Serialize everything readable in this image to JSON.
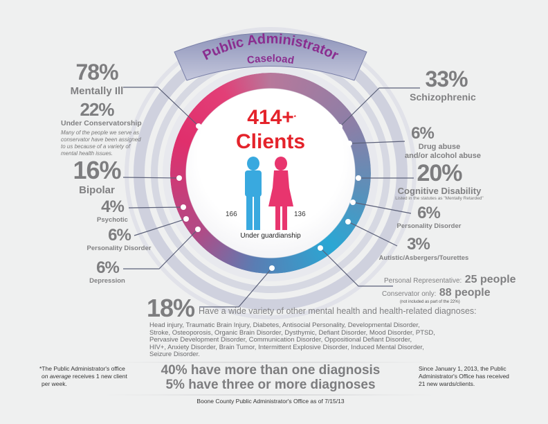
{
  "banner": {
    "title": "Public Administrator",
    "subtitle": "Caseload"
  },
  "center": {
    "count": "414+",
    "asterisk": "*",
    "label": "Clients",
    "male_count": "166",
    "female_count": "136",
    "caption": "Under guardianship"
  },
  "left": {
    "mentally_ill": {
      "pct": "78%",
      "label": "Mentally Ill"
    },
    "conservatorship": {
      "pct": "22%",
      "label": "Under Conservatorship",
      "note": [
        "Many of the people we serve as",
        "conservator have been assigned",
        "to us because of a variety of",
        "mental health issues."
      ]
    },
    "bipolar": {
      "pct": "16%",
      "label": "Bipolar"
    },
    "psychotic": {
      "pct": "4%",
      "label": "Psychotic"
    },
    "personality": {
      "pct": "6%",
      "label": "Personality Disorder"
    },
    "depression": {
      "pct": "6%",
      "label": "Depression"
    }
  },
  "right": {
    "schizophrenic": {
      "pct": "33%",
      "label": "Schizophrenic"
    },
    "drug": {
      "pct": "6%",
      "label1": "Drug abuse",
      "label2": "and/or alcohol abuse"
    },
    "cognitive": {
      "pct": "20%",
      "label": "Cognitive Disability",
      "note": "Listed in the statutes as \"Mentally Retarded\""
    },
    "personality": {
      "pct": "6%",
      "label": "Personality Disorder"
    },
    "autistic": {
      "pct": "3%",
      "label": "Autistic/Asbergers/Tourettes"
    },
    "personal_rep": {
      "label": "Personal Representative:",
      "value": "25 people"
    },
    "conservator_only": {
      "label": "Conservator only:",
      "value": "88 people",
      "note": "(not included as part of the 22%)"
    }
  },
  "other": {
    "pct": "18%",
    "label": "Have a wide variety of other mental health and health-related diagnoses:",
    "list": [
      "Head injury, Traumatic Brain Injury, Diabetes, Antisocial Personality, Developmental Disorder,",
      "Stroke, Osteoporosis, Organic Brain Disorder, Dysthymic, Defiant Disorder, Mood Disorder, PTSD,",
      "Pervasive Development Disorder, Communication Disorder, Oppositional Defiant Disorder,",
      "HIV+, Anxiety Disorder, Brain Tumor, Intermittent Explosive Disorder, Induced Mental Disorder,",
      "Seizure Disorder."
    ]
  },
  "footer": {
    "left": [
      "*The Public Administrator's office",
      "on average",
      "receives 1 new client",
      "per week."
    ],
    "center1": "40% have more than one diagnosis",
    "center2": "5% have three or more diagnoses",
    "right": [
      "Since January 1, 2013, the Public",
      "Administrator's Office has received",
      "21 new wards/clients."
    ],
    "source": "Boone County Public Administrator's Office as of 7/15/13"
  },
  "colors": {
    "red": "#e4232b",
    "purple": "#8a2d8f",
    "male": "#39a9df",
    "female": "#e8356e",
    "text": "#7d7d7f"
  }
}
